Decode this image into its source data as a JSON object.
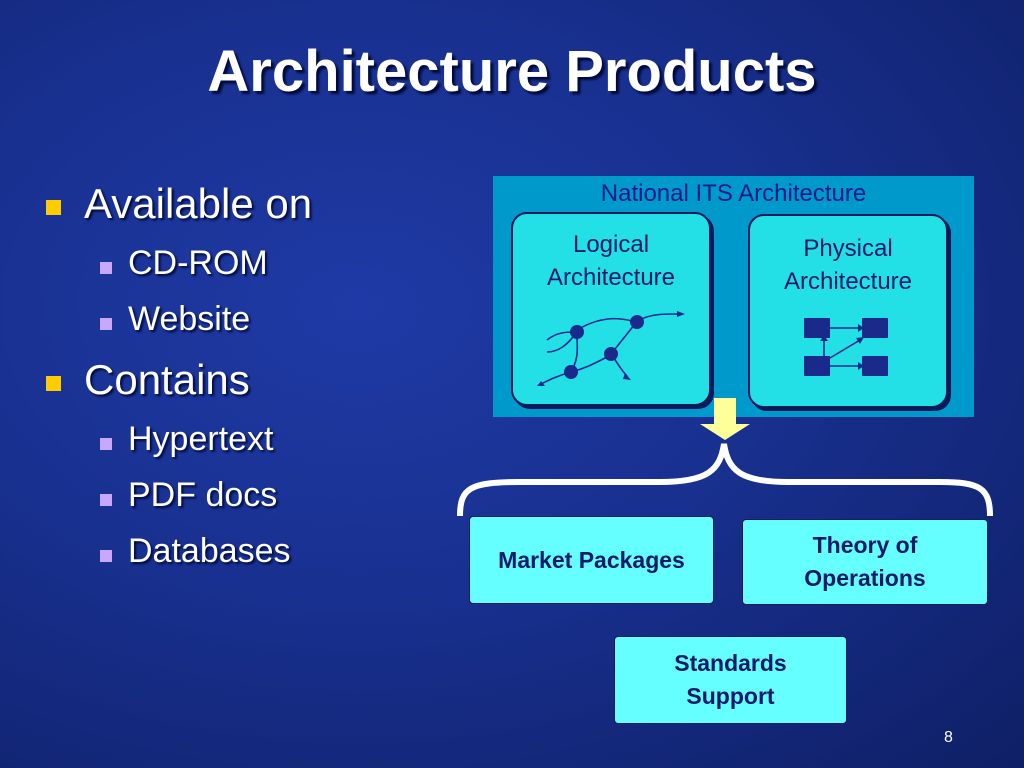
{
  "slide": {
    "title": "Architecture Products",
    "page_number": "8"
  },
  "bullets": [
    {
      "label": "Available on",
      "children": [
        "CD-ROM",
        "Website"
      ]
    },
    {
      "label": "Contains",
      "children": [
        "Hypertext",
        "PDF docs",
        "Databases"
      ]
    }
  ],
  "diagram": {
    "panel_title": "National ITS Architecture",
    "logical": {
      "line1": "Logical",
      "line2": "Architecture"
    },
    "physical": {
      "line1": "Physical",
      "line2": "Architecture"
    },
    "products": {
      "market_packages": "Market Packages",
      "theory_line1": "Theory of",
      "theory_line2": "Operations",
      "standards_line1": "Standards",
      "standards_line2": "Support"
    },
    "colors": {
      "panel": "#0099cc",
      "arch_box": "#22e0e6",
      "product_box": "#66ffff",
      "arrow": "#ffff99",
      "bullet_level1": "#ffcc00",
      "bullet_level2": "#c8a8ff"
    }
  }
}
